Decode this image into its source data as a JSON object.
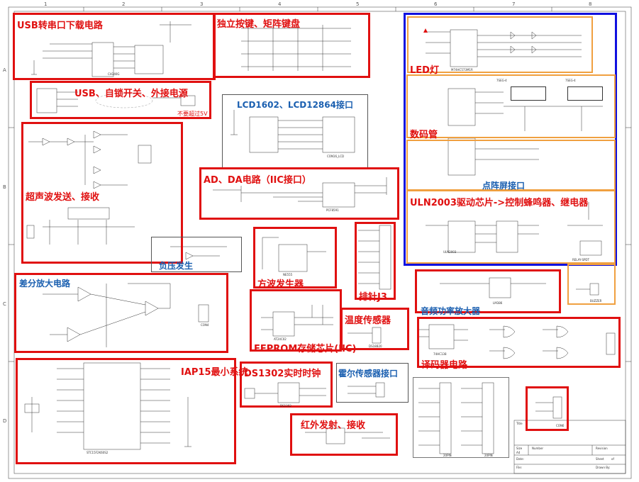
{
  "blocks": {
    "usb_download": "USB转串口下载电路",
    "keys": "独立按键、矩阵键盘",
    "usb_power": "USB、自锁开关、外接电源",
    "usb_note": "不要超过5V",
    "lcd": "LCD1602、LCD12864接口",
    "ultrasonic": "超声波发送、接收",
    "adda": "AD、DA电路（IIC接口）",
    "negative": "负压发生",
    "square": "方波发生器",
    "header_j3": "排针J3",
    "diffamp": "差分放大电路",
    "eeprom": "EEPROM存储芯片(IIC)",
    "temp": "温度传感器",
    "mcu": "IAP15最小系统",
    "ds1302": "DS1302实时时钟",
    "hall": "霍尔传感器接口",
    "ir": "红外发射、接收",
    "led": "LED灯",
    "seg": "数码管",
    "matrix": "点阵屏接口",
    "uln": "ULN2003驱动芯片->控制蜂鸣器、继电器",
    "audio": "音频功率放大器",
    "decoder": "译码器电路"
  },
  "components": {
    "u1": "CH340G",
    "u_lcd": "CON16_LCD",
    "u_adc": "PCF8591",
    "u_555": "NE555",
    "u_eeprom": "AT24C02",
    "u_temp": "DS18B20",
    "u_rtc": "DS1302",
    "u_mcu": "STC15F2K60S2",
    "u_latch": "M74HC573M1R",
    "u_uln": "ULN2003",
    "u_relay": "RELAY-SPDT",
    "u_buzzer": "BUZZER",
    "u_amp": "LM386",
    "u_dec": "74HC138",
    "seg_a": "7SEG-4",
    "seg_b": "7SEG-4",
    "hdr_a": "20PIN",
    "hdr_b": "20PIN",
    "con_a": "CON4",
    "con_b": "CON6"
  },
  "grid": {
    "cols": [
      "1",
      "2",
      "3",
      "4",
      "5",
      "6",
      "7",
      "8"
    ],
    "rows": [
      "A",
      "B",
      "C",
      "D"
    ]
  },
  "titleblock": {
    "title": "Title",
    "size": "Size",
    "number": "Number",
    "revision": "Revision",
    "size_val": "A4",
    "date": "Date:",
    "file": "File:",
    "sheet": "Sheet",
    "of": "of",
    "drawn": "Drawn By:"
  }
}
